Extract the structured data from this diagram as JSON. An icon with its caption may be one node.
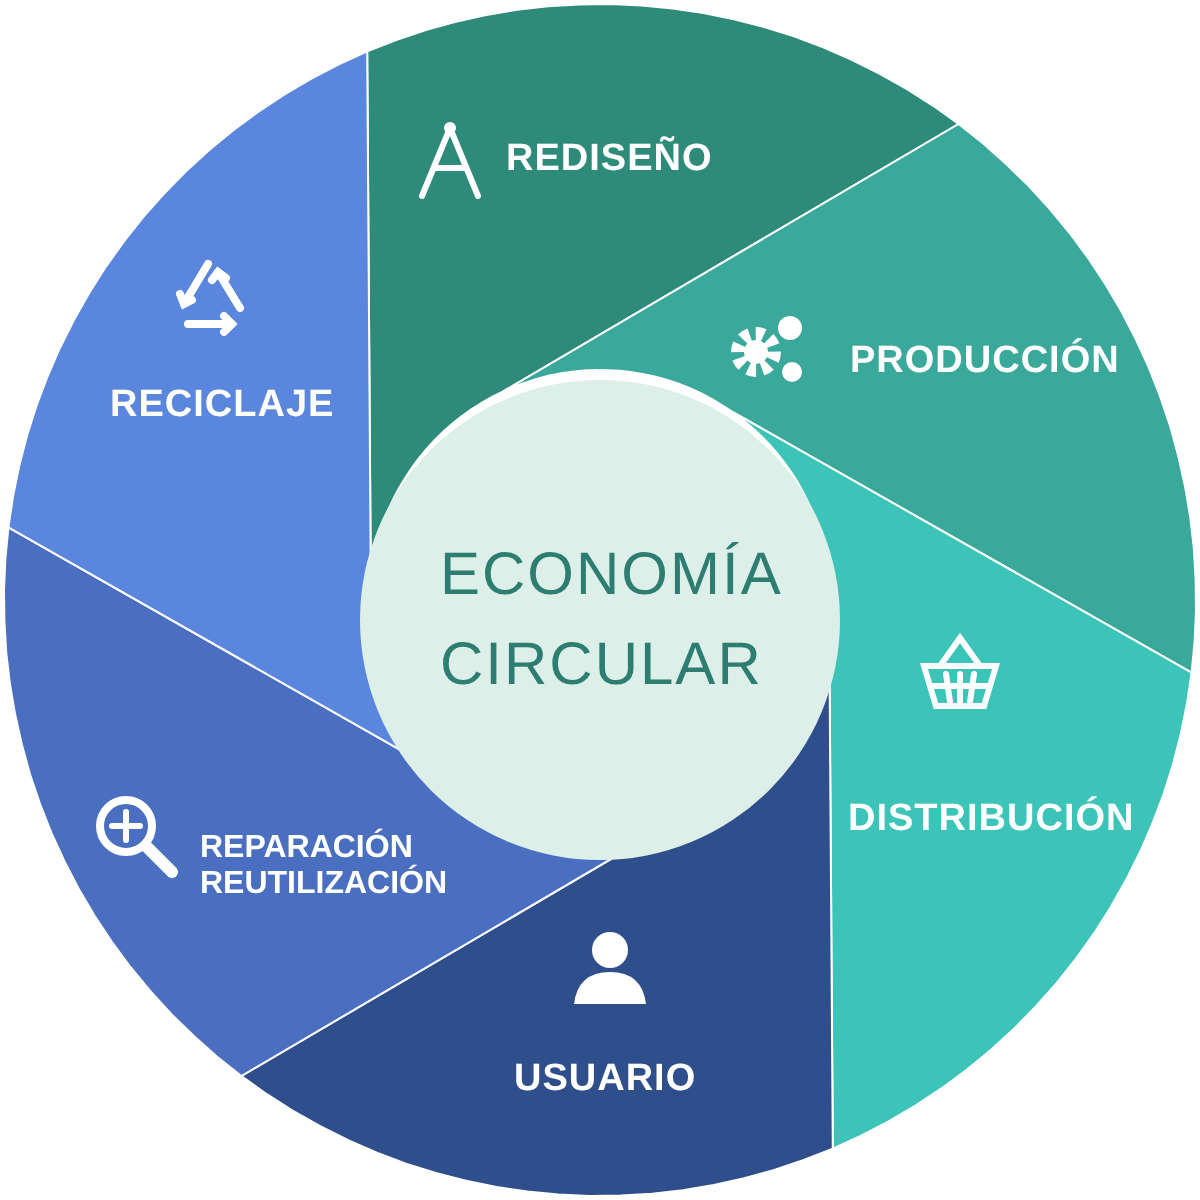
{
  "diagram": {
    "nodes": [
      {
        "text": [
          "ECONOMÍA CIRCULAR"
        ]
      },
      {
        "text": [
          "REDISEÑO"
        ]
      },
      {
        "text": [
          "PRODUCCIÓN"
        ]
      },
      {
        "text": [
          "DISTRIBUCIÓN"
        ]
      },
      {
        "text": [
          "USUARIO"
        ]
      },
      {
        "text": [
          "REPARACIÓN REUTILIZACIÓN"
        ]
      },
      {
        "text": [
          "RECICLAJE"
        ]
      }
    ],
    "edges": []
  }
}
